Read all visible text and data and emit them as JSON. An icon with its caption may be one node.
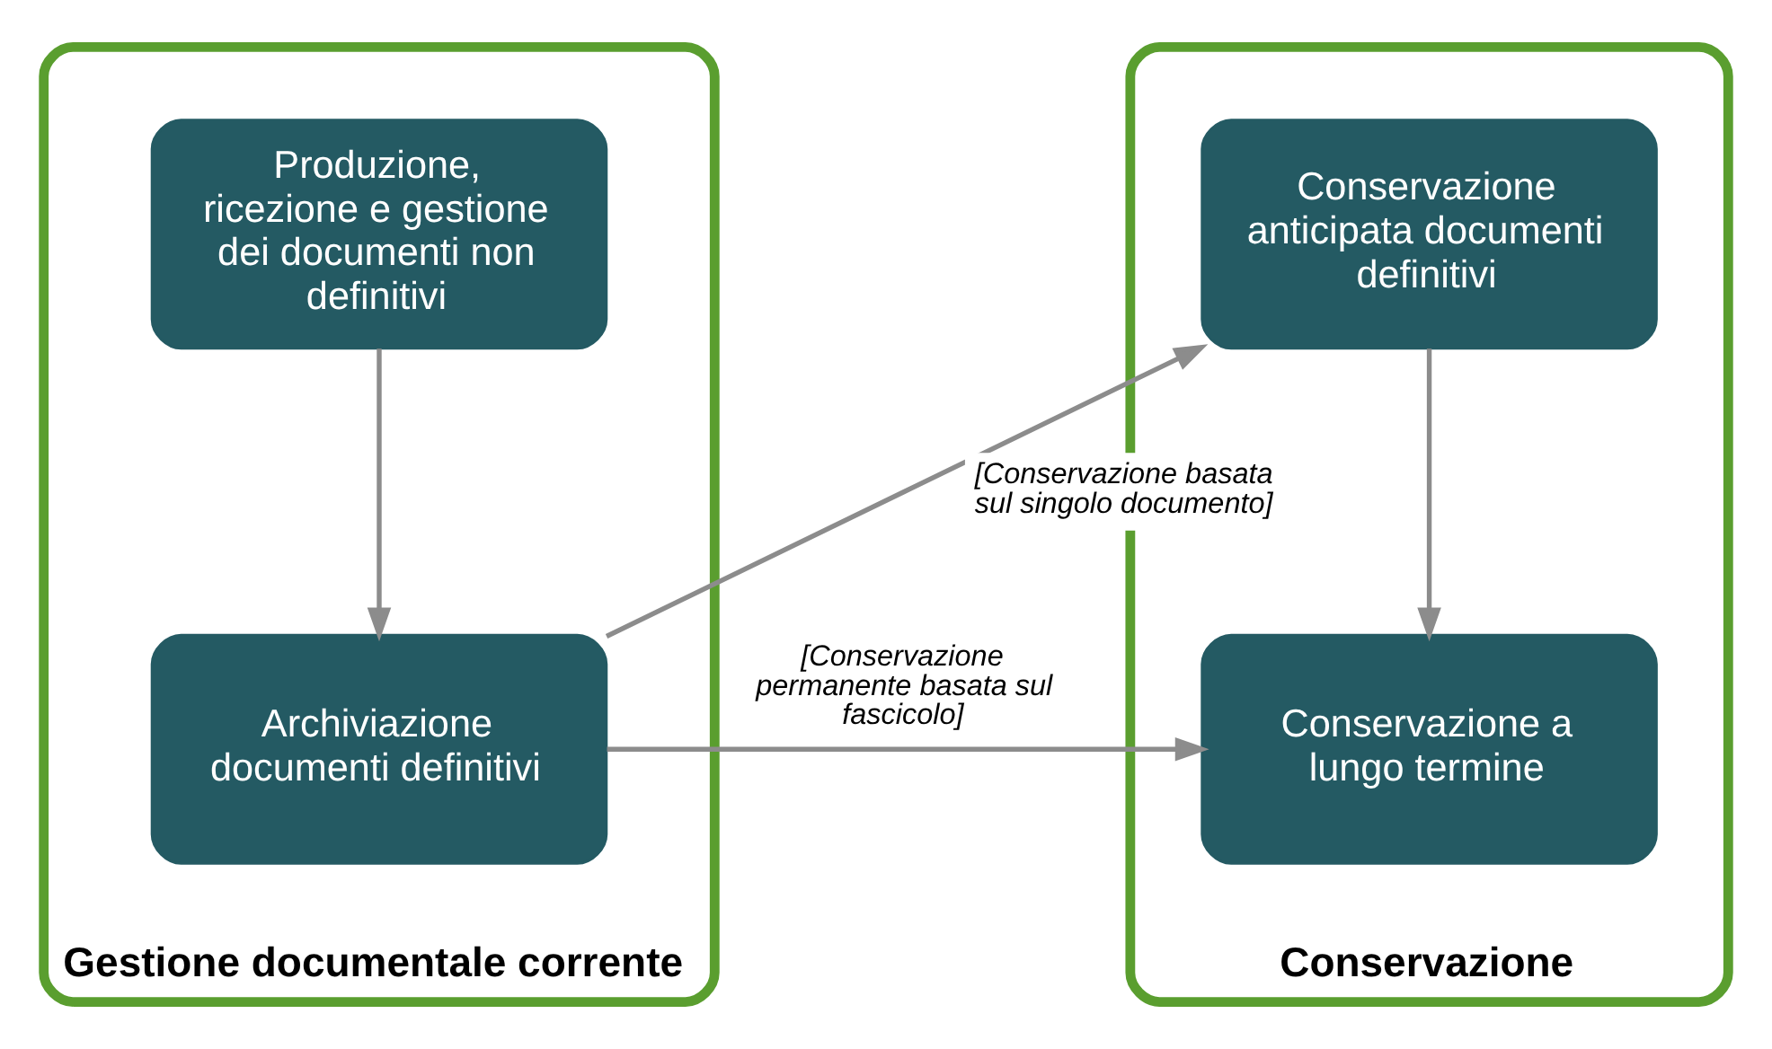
{
  "diagram": {
    "nodes": [
      {
        "text": [
          "Gestione documentale corrente"
        ]
      },
      {
        "text": [
          "Produzione, ricezione e gestione dei documenti non definitivi"
        ],
        "in": 0
      },
      {
        "text": [
          "Archiviazione documenti definitivi"
        ],
        "in": 0
      },
      {
        "text": [
          "Conservazione"
        ]
      },
      {
        "text": [
          "Conservazione anticipata documenti definitivi"
        ],
        "in": 3
      },
      {
        "text": [
          "Conservazione a lungo termine"
        ],
        "in": 3
      }
    ],
    "edges": [
      {
        "from": 1,
        "to": 2,
        "arrow": "to"
      },
      {
        "from": 2,
        "to": 4,
        "arrow": "to",
        "label": "[Conservazione basata sul singolo documento]"
      },
      {
        "from": 2,
        "to": 5,
        "arrow": "to",
        "label": "[Conservazione permanente basata sul fascicolo]"
      },
      {
        "from": 4,
        "to": 5,
        "arrow": "to"
      }
    ]
  }
}
